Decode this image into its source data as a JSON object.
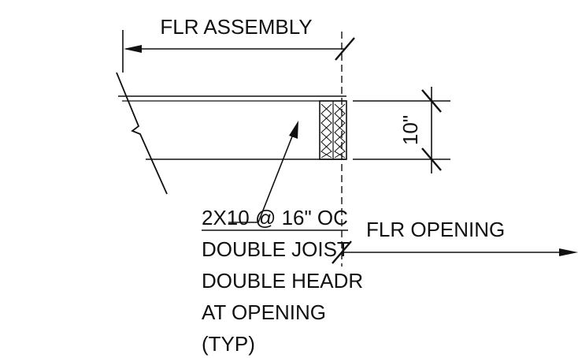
{
  "labels": {
    "floor_assembly": "FLR ASSEMBLY",
    "floor_opening": "FLR OPENING",
    "dimension_depth": "10\""
  },
  "note": {
    "line1": "2X10 @ 16\" OC",
    "line2": "DOUBLE JOIST",
    "line3": "DOUBLE HEADR",
    "line4": "AT OPENING",
    "line5": "(TYP)"
  },
  "colors": {
    "ink": "#111111",
    "background": "#ffffff"
  }
}
